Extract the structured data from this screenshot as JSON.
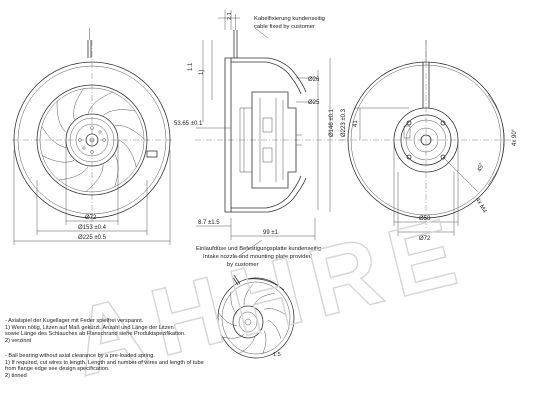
{
  "callouts": {
    "cable_fixing": [
      "Kabelfixierung kundenseitig",
      "cable fixed by customer"
    ],
    "intake_nozzle": [
      "Einlaufdüse und Befestigungsplatte kundenseitig",
      "Intake nozzle and mounting plate provided",
      "by customer"
    ]
  },
  "dimensions": {
    "d72_front": "Ø72",
    "d153": "Ø153 ±0.4",
    "d225": "Ø225 ±0.5",
    "d26": "Ø26",
    "d25": "Ø25",
    "d146": "Ø146 ±0.1",
    "d223": "Ø223 ±0.3",
    "dim_53": "53.65 ±0.1",
    "dim_87": "8.7 ±1.5",
    "dim_99": "99 ±1",
    "dim_1a": "1.1",
    "dim_1b": "1)",
    "dim_21": "2.1",
    "dim_41": "41",
    "d58": "Ø58",
    "d72_rear": "Ø72",
    "holes": "4x M4",
    "angle_45": "45°",
    "angle_90": "4x 90°"
  },
  "notes_de": [
    "- Axialspiel der Kugellager mit Feder spielfrei verspannt.",
    "1) Wenn nötig, Litzen auf Maß gekürzt. Anzahl und Länge der Litzen",
    "   sowie Länge des Schlauches ab Flanschrand siehe Produktspezifikation.",
    "2) verzinnt"
  ],
  "notes_en": [
    "- Ball bearing without axial clearance by a pre-loaded spring.",
    "1) If required, cut wires to length. Length and number of wires and length of tube",
    "   from flange edge see design specification.",
    "2) tinned"
  ],
  "scale": "1:5",
  "watermark": "AHHRE"
}
